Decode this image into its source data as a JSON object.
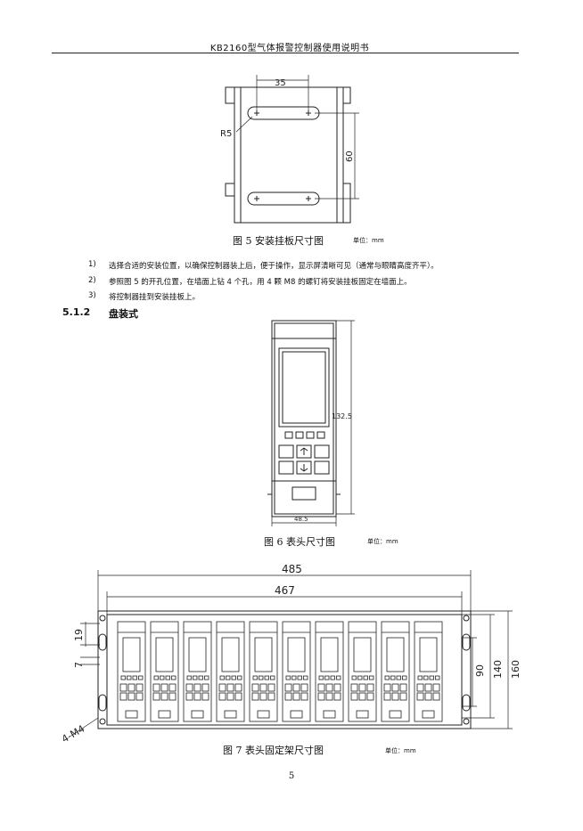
{
  "header": {
    "title": "KB2160型气体报警控制器使用说明书"
  },
  "figure5": {
    "dim_width": "35",
    "dim_radius": "R5",
    "dim_height": "60",
    "caption": "图 5 安装挂板尺寸图",
    "unit": "单位：mm"
  },
  "steps": [
    {
      "num": "1)",
      "text": "选择合适的安装位置，以确保控制器装上后，便于操作，显示屏清晰可见（通常与眼睛高度齐平）。"
    },
    {
      "num": "2)",
      "text": "参照图 5 的开孔位置，在墙面上钻 4 个孔，用 4 颗 M8 的螺钉将安装挂板固定在墙面上。"
    },
    {
      "num": "3)",
      "text": "将控制器挂到安装挂板上。"
    }
  ],
  "section": {
    "number": "5.1.2",
    "title": "盘装式"
  },
  "figure6": {
    "dim_height": "132.5",
    "dim_width": "48.5",
    "caption": "图 6 表头尺寸图",
    "unit": "单位：mm"
  },
  "figure7": {
    "dim_outer_width": "485",
    "dim_inner_width": "467",
    "dim_top_offset": "19",
    "dim_slot": "7",
    "dim_90": "90",
    "dim_140": "140",
    "dim_160": "160",
    "dim_holes": "4-M4",
    "module_count": 10,
    "caption": "图 7 表头固定架尺寸图",
    "unit": "单位：mm"
  },
  "page_number": "5"
}
